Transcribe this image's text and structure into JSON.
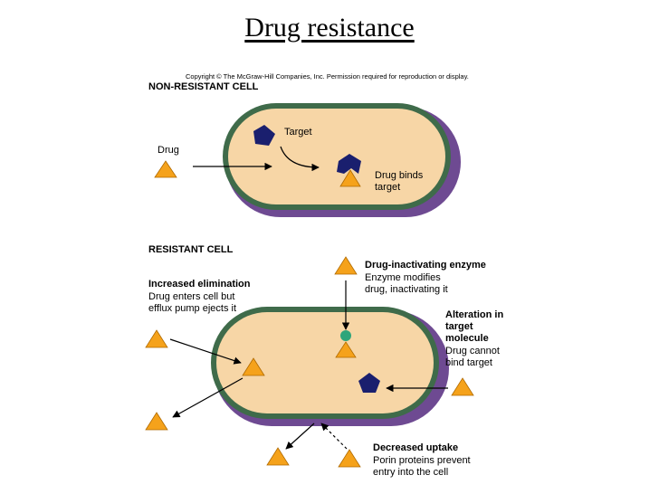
{
  "title": "Drug resistance",
  "copyright": "Copyright © The McGraw-Hill Companies, Inc. Permission required for reproduction or display.",
  "non_resistant": {
    "heading": "NON-RESISTANT CELL",
    "drug_label": "Drug",
    "target_label": "Target",
    "binds_line1": "Drug binds",
    "binds_line2": "target"
  },
  "resistant": {
    "heading": "RESISTANT CELL",
    "elimination_title": "Increased elimination",
    "elimination_line1": "Drug enters cell but",
    "elimination_line2": "efflux pump ejects it",
    "enzyme_title": "Drug-inactivating enzyme",
    "enzyme_line1": "Enzyme modifies",
    "enzyme_line2": "drug, inactivating it",
    "alteration_title1": "Alteration in",
    "alteration_title2": "target",
    "alteration_title3": "molecule",
    "alteration_line1": "Drug cannot",
    "alteration_line2": "bind target",
    "uptake_title": "Decreased uptake",
    "uptake_line1": "Porin proteins prevent",
    "uptake_line2": "entry into the cell"
  },
  "colors": {
    "cell_fill": "#f7d6a6",
    "cell_wall_green": "#3f6b4a",
    "cell_wall_purple": "#6e4a92",
    "drug": "#f5a21b",
    "target": "#1a1f6e",
    "enzyme_dot": "#2fa57a"
  }
}
